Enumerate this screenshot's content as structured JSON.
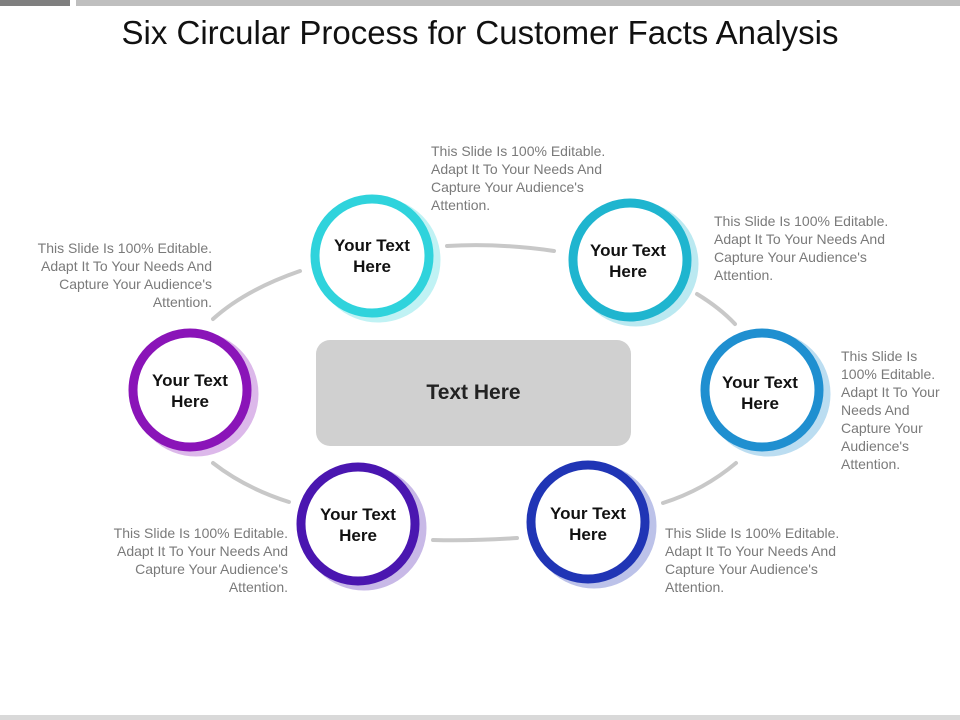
{
  "title": "Six Circular Process for Customer Facts Analysis",
  "center": {
    "label": "Text Here"
  },
  "nodes": [
    {
      "label": "Your Text Here",
      "color": "#2fd3dc"
    },
    {
      "label": "Your Text Here",
      "color": "#1fb5cf"
    },
    {
      "label": "Your Text Here",
      "color": "#1f8fd0"
    },
    {
      "label": "Your Text Here",
      "color": "#2035b5"
    },
    {
      "label": "Your Text Here",
      "color": "#4a16b0"
    },
    {
      "label": "Your Text Here",
      "color": "#8a14b8"
    }
  ],
  "descriptions": [
    {
      "text": "This Slide Is 100% Editable. Adapt It To Your Needs And Capture Your Audience's Attention."
    },
    {
      "text": "This Slide Is 100% Editable. Adapt It To Your Needs And Capture Your Audience's Attention."
    },
    {
      "text": "This Slide Is 100% Editable. Adapt It To Your Needs And Capture Your Audience's Attention."
    },
    {
      "text": "This Slide Is 100% Editable. Adapt It To Your Needs And Capture Your Audience's Attention."
    },
    {
      "text": "This Slide Is 100% Editable. Adapt It To Your Needs And Capture Your Audience's Attention."
    },
    {
      "text": "This Slide Is 100% Editable. Adapt It To Your Needs And Capture Your Audience's Attention."
    }
  ],
  "connector_color": "#c8c8c8"
}
